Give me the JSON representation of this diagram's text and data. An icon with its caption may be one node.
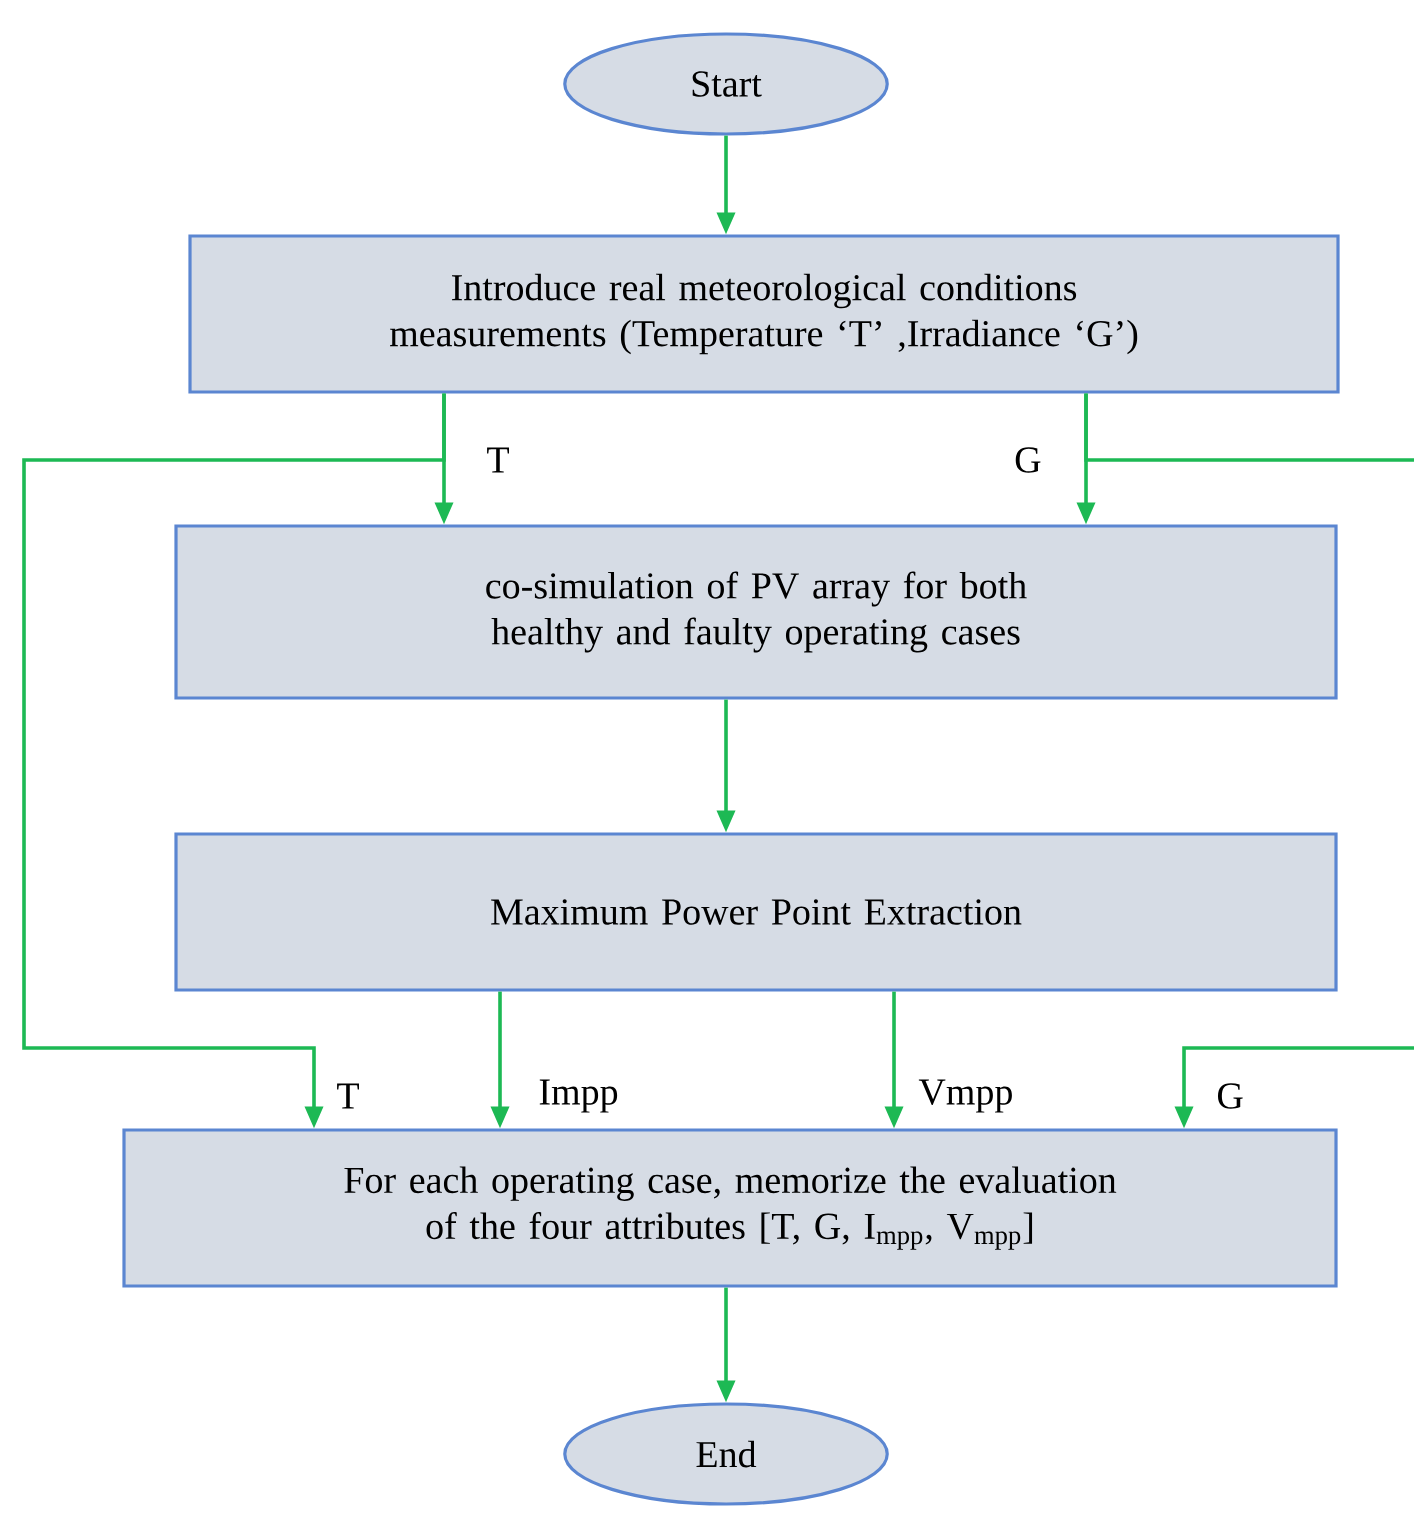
{
  "diagram": {
    "nodes": [
      {
        "text": [
          "Start"
        ]
      },
      {
        "text": [
          "Introduce real meteorological conditions measurements (Temperature ‘T’ ,Irradiance ‘G’)"
        ]
      },
      {
        "text": [
          "co-simulation of PV array for both healthy and faulty operating cases"
        ]
      },
      {
        "text": [
          "Maximum Power Point Extraction"
        ]
      },
      {
        "text": [
          "For each operating case, memorize the evaluation of the four attributes [T, G, I$_{mpp}$, V$_{mpp}$]"
        ]
      },
      {
        "text": [
          "End"
        ]
      }
    ],
    "edges": [
      {
        "from": 0,
        "to": 1,
        "arrow": "to"
      },
      {
        "from": 1,
        "to": 2,
        "arrow": "to",
        "label": "T"
      },
      {
        "from": 1,
        "to": 2,
        "arrow": "to",
        "label": "G"
      },
      {
        "from": 2,
        "to": 3,
        "arrow": "to"
      },
      {
        "from": 3,
        "to": 4,
        "arrow": "to",
        "label": "Impp"
      },
      {
        "from": 3,
        "to": 4,
        "arrow": "to",
        "label": "Vmpp"
      },
      {
        "from": 1,
        "to": 4,
        "arrow": "to",
        "label": "T"
      },
      {
        "from": 1,
        "to": 4,
        "arrow": "to",
        "label": "G"
      },
      {
        "from": 4,
        "to": 5,
        "arrow": "to"
      }
    ]
  }
}
